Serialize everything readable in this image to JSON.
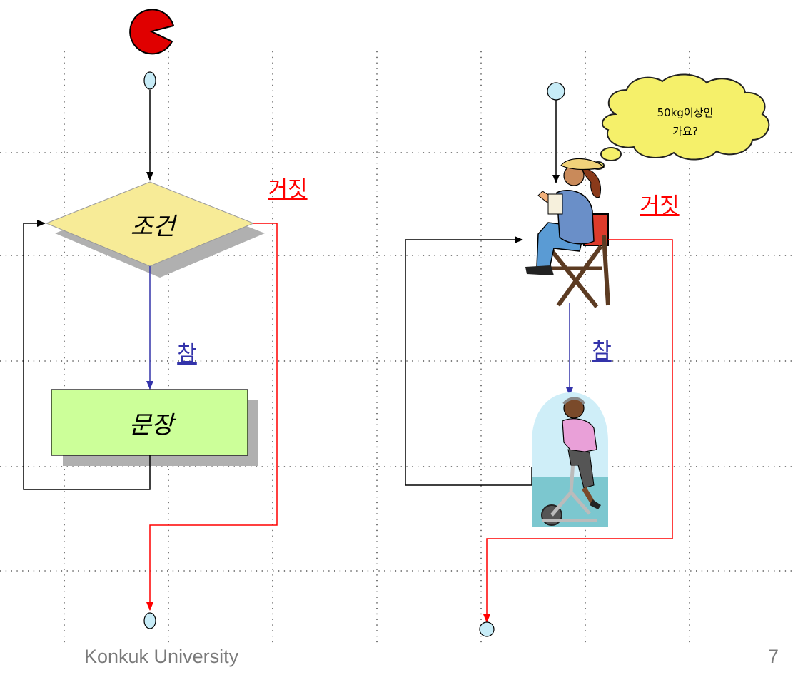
{
  "colors": {
    "flow_black": "#000000",
    "flow_red": "#ff0000",
    "flow_blue": "#3333aa",
    "decision_fill": "#f7eb97",
    "statement_fill": "#ccff99",
    "shadow": "#b0b0b0",
    "terminator_fill": "#c7ecf7",
    "thought_bubble": "#f5f06a",
    "grid": "#333333"
  },
  "left_flowchart": {
    "decision_label": "조건",
    "statement_label": "문장",
    "false_label": "거짓",
    "true_label": "참"
  },
  "right_flowchart": {
    "question": "50kg이상인 가요?",
    "question_line1": "50kg이상인",
    "question_line2": "가요?",
    "false_label": "거짓",
    "true_label": "참"
  },
  "icons": {
    "corner_logo": "pacman-logo-icon",
    "judge": "seated-woman-director-chair-icon",
    "exercise": "exercise-bike-person-icon"
  },
  "footer": {
    "university": "Konkuk University",
    "page_number": "7"
  }
}
